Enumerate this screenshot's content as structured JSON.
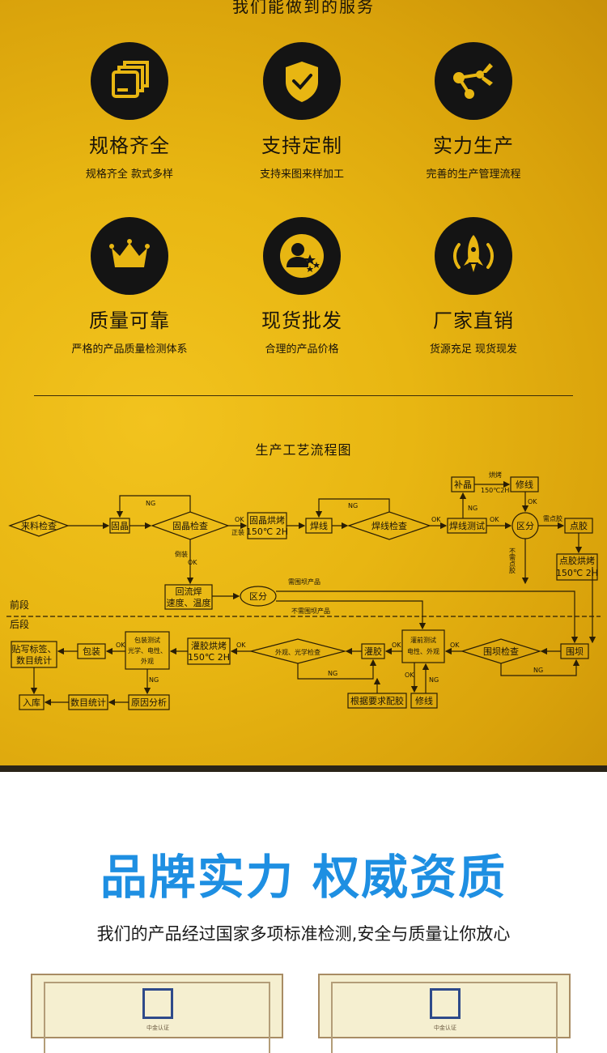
{
  "services": {
    "title": "我们能做到的服务",
    "items": [
      {
        "title": "规格齐全",
        "subtitle": "规格齐全 款式多样",
        "icon": "stacked-cards-icon"
      },
      {
        "title": "支持定制",
        "subtitle": "支持来图来样加工",
        "icon": "shield-check-icon"
      },
      {
        "title": "实力生产",
        "subtitle": "完善的生产管理流程",
        "icon": "robot-arm-icon"
      },
      {
        "title": "质量可靠",
        "subtitle": "严格的产品质量检测体系",
        "icon": "crown-icon"
      },
      {
        "title": "现货批发",
        "subtitle": "合理的产品价格",
        "icon": "user-stars-icon"
      },
      {
        "title": "厂家直销",
        "subtitle": "货源充足 现货现发",
        "icon": "rocket-icon"
      }
    ]
  },
  "process": {
    "title": "生产工艺流程图",
    "labels": {
      "incoming": "来料检查",
      "die_bond": "固晶",
      "die_inspect": "固晶检查",
      "die_bake_1": "固晶烘烤",
      "die_bake_2": "150℃ 2H",
      "wire": "焊线",
      "wire_inspect": "焊线检查",
      "wire_test": "焊线测试",
      "repair_die": "补晶",
      "bake_small": "烘烤",
      "bake_small_spec": "150℃2H",
      "repair_line_top": "修线",
      "split_1": "区分",
      "dispense": "点胶",
      "dispense_bake_1": "点胶烘烤",
      "dispense_bake_2": "150℃ 2H",
      "reflow_1": "回流焊",
      "reflow_2": "速度、温度",
      "split_2": "区分",
      "need_dam": "需围坝产品",
      "no_dam": "不需围坝产品",
      "need_glue": "需点胶",
      "no_need": "不需点胶",
      "invert": "倒装",
      "upright": "正装",
      "ok": "OK",
      "ng": "NG",
      "front": "前段",
      "back": "后段",
      "dam": "围坝",
      "dam_inspect": "围坝检查",
      "pre_test_1": "灌前测试",
      "pre_test_2": "电性、外观",
      "repair_line_bottom": "修线",
      "pot": "灌胶",
      "glue_by_req": "根据要求配胶",
      "appearance_inspect": "外观、光学检查",
      "pot_bake_1": "灌胶烘烤",
      "pot_bake_2": "150℃ 2H",
      "pkg_test_1": "包装测试",
      "pkg_test_2": "光学、电性、",
      "pkg_test_3": "外观",
      "pack": "包装",
      "label_1": "贴写标签、",
      "label_2": "数目统计",
      "warehouse": "入库",
      "count": "数目统计",
      "analyze": "原因分析"
    }
  },
  "brand": {
    "title": "品牌实力 权威资质",
    "subtitle": "我们的产品经过国家多项标准检测,安全与质量让你放心",
    "certificates": [
      {
        "label": "中金认证"
      },
      {
        "label": "中金认证"
      }
    ]
  },
  "colors": {
    "gold": "#e8b612",
    "brand_blue": "#1e8fe2",
    "icon_circle": "#141414"
  }
}
